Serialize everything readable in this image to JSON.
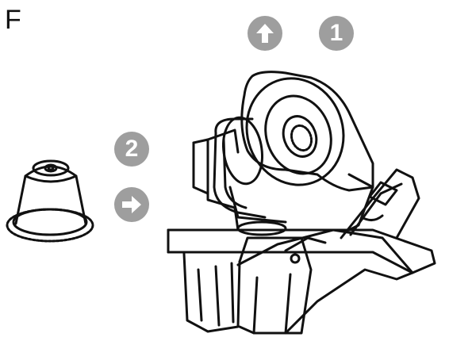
{
  "figure": {
    "panel_label": "F",
    "step_1_label": "1",
    "step_2_label": "2",
    "step_1_icon": "arrow-up-icon",
    "step_2_icon": "arrow-right-icon"
  },
  "colors": {
    "badge": "#9e9e9e",
    "line": "#111111"
  }
}
